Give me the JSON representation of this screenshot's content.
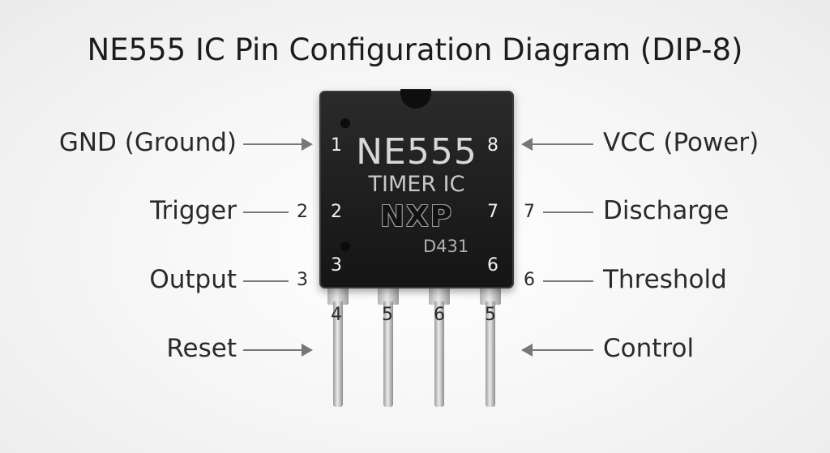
{
  "title": "NE555 IC Pin Configuration Diagram (DIP-8)",
  "chip": {
    "marking_part": "NE555",
    "marking_desc": "TIMER IC",
    "marking_brand": "NXP",
    "marking_code": "D431"
  },
  "pins_on_chip": {
    "p1": "1",
    "p2": "2",
    "p3": "3",
    "p8": "8",
    "p7": "7",
    "p6": "6"
  },
  "legs": {
    "l1": "4",
    "l2": "5",
    "l3": "6",
    "l4": "5"
  },
  "labels": {
    "gnd": "GND (Ground)",
    "trigger": "Trigger",
    "output": "Output",
    "reset": "Reset",
    "vcc": "VCC (Power)",
    "discharge": "Discharge",
    "threshold": "Threshold",
    "control": "Control"
  },
  "side_numbers": {
    "trigger": "2",
    "output": "3",
    "discharge": "7",
    "threshold": "6"
  }
}
